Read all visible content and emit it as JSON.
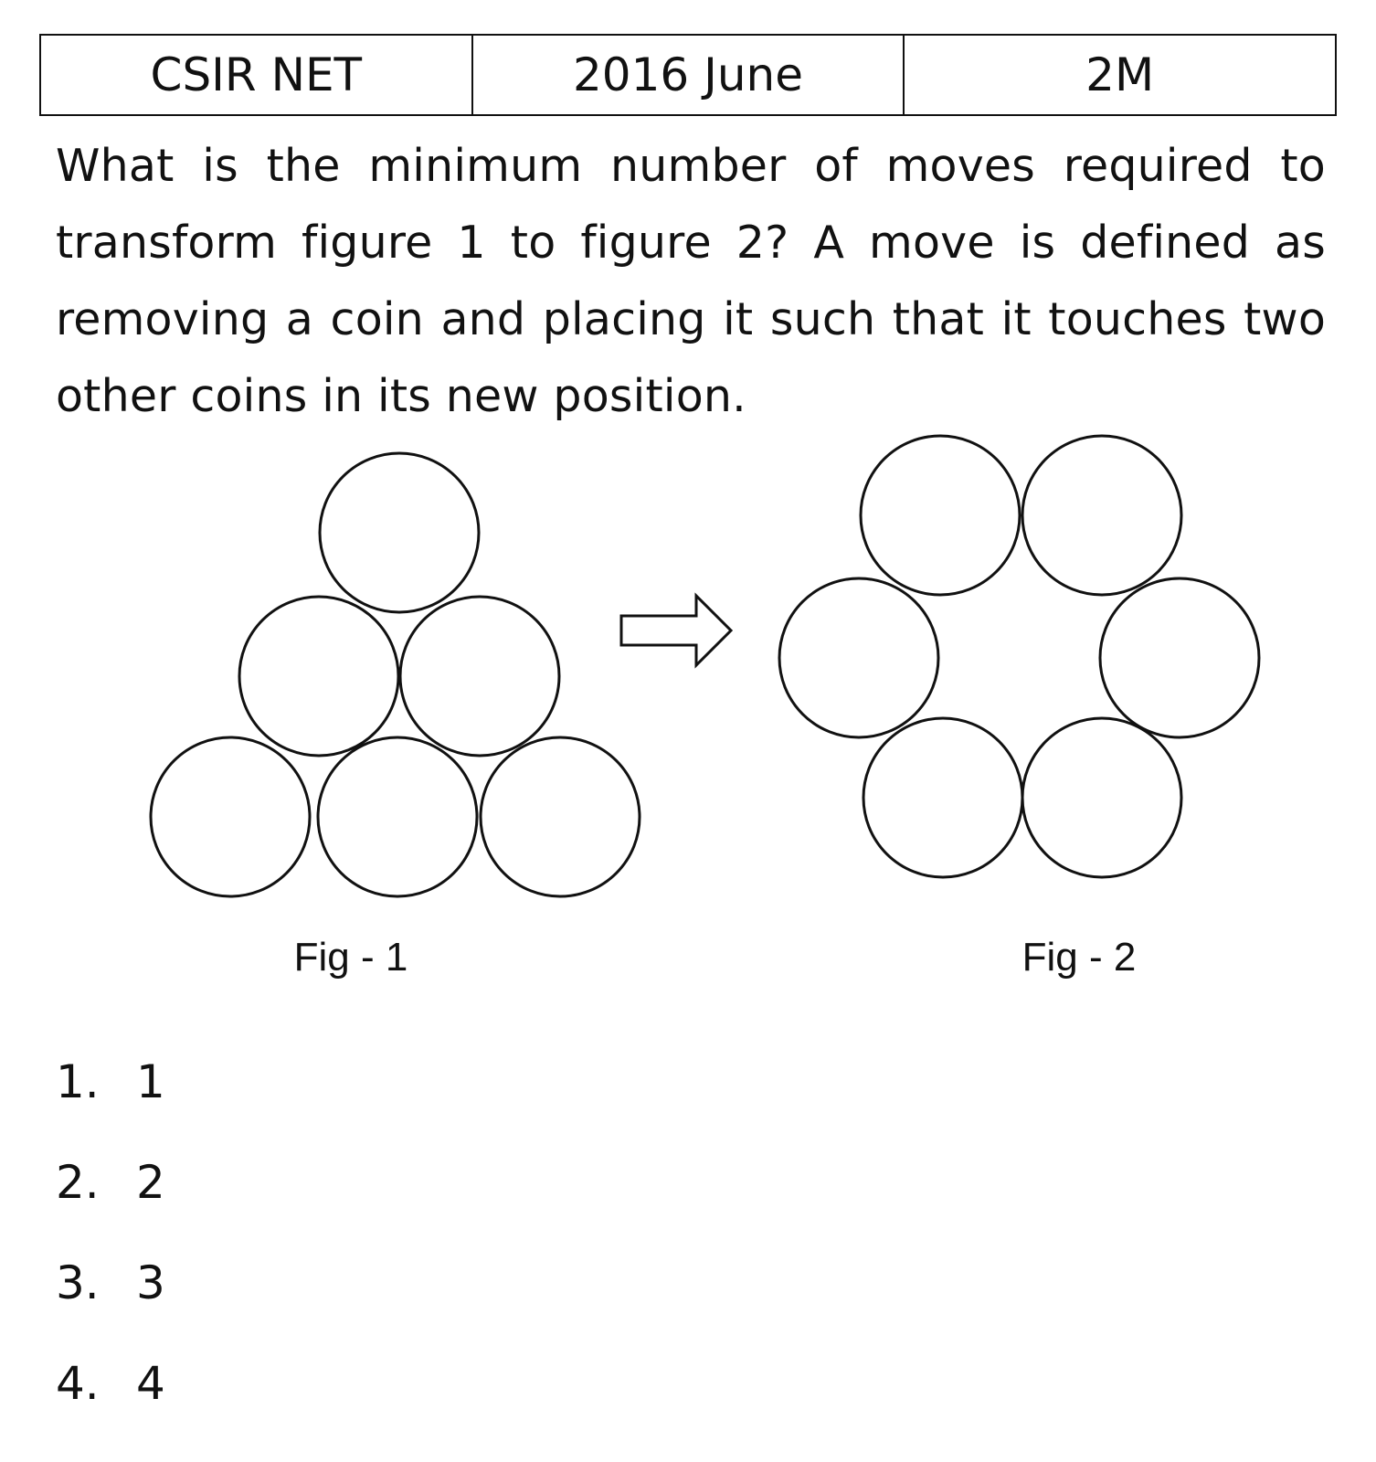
{
  "header": {
    "exam": "CSIR NET",
    "session": "2016 June",
    "marks": "2M"
  },
  "question": {
    "text": "What is the minimum number of moves required to transform figure 1 to figure 2? A move is defined as removing a coin and placing it such that it touches two other coins in its new position."
  },
  "figures": {
    "fig1_label": "Fig - 1",
    "fig2_label": "Fig - 2",
    "fig1_coin_count": 6,
    "fig2_coin_count": 6,
    "arrow": "right-arrow-icon"
  },
  "options": [
    {
      "number": "1.",
      "value": "1"
    },
    {
      "number": "2.",
      "value": "2"
    },
    {
      "number": "3.",
      "value": "3"
    },
    {
      "number": "4.",
      "value": "4"
    }
  ]
}
